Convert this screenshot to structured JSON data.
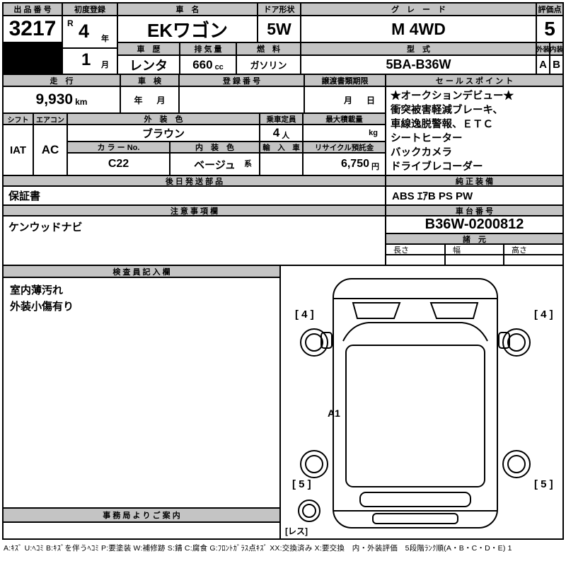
{
  "top": {
    "auction_no_label": "出 品 番 号",
    "auction_no": "3217",
    "first_reg_label": "初度登録",
    "era": "R",
    "reg_year": "4",
    "year_unit": "年",
    "reg_month": "1",
    "month_unit": "月",
    "car_name_label": "車　名",
    "car_name": "EKワゴン",
    "door_label": "ドア形状",
    "door_shape": "5W",
    "grade_label": "グ　レ　ー　ド",
    "grade": "M 4WD",
    "score_label": "評価点",
    "score": "5",
    "ext_label": "外装",
    "ext_grade": "A",
    "int_label": "内装",
    "int_grade": "B",
    "history_label": "車　歴",
    "history": "レンタ",
    "disp_label": "排 気 量",
    "displacement": "660",
    "disp_unit": "cc",
    "fuel_label": "燃　料",
    "fuel": "ガソリン",
    "model_label": "型　式",
    "model_code": "5BA-B36W"
  },
  "info": {
    "mileage_label": "走　行",
    "mileage": "9,930",
    "mileage_unit": "km",
    "inspection_label": "車　検",
    "inspection_year_unit": "年",
    "inspection_month_unit": "月",
    "reg_no_label": "登 録 番 号",
    "transfer_label": "譲渡書類期限",
    "transfer_month_unit": "月",
    "transfer_day_unit": "日",
    "sales_label": "セ ー ル ス ポ イ ン ト",
    "sales_points": [
      "★オークションデビュー★",
      "衝突被害軽減ブレーキ、",
      "車線逸脱警報、ＥＴＣ",
      "シートヒーター",
      "バックカメラ",
      "ドライブレコーダー"
    ]
  },
  "equip": {
    "shift_label": "シフト",
    "shift": "IAT",
    "aircon_label": "エアコン",
    "aircon": "AC",
    "ext_color_label": "外　装　色",
    "ext_color": "ブラウン",
    "capacity_label": "乗車定員",
    "capacity": "4",
    "capacity_unit": "人",
    "max_load_label": "最大積載量",
    "max_load_unit": "kg",
    "color_no_label": "カ ラ ー No.",
    "color_no": "C22",
    "int_color_label": "内　装　色",
    "int_color": "ベージュ",
    "int_color_suffix": "系",
    "import_label": "輸　入　車",
    "recycle_label": "リサイクル預託金",
    "recycle_fee": "6,750",
    "recycle_unit": "円"
  },
  "parts": {
    "later_parts_label": "後 日 発 送 部 品",
    "later_parts": "保証書",
    "equipment_label": "純 正 装 備",
    "equipment": "ABS ｴｱB PS PW"
  },
  "notes": {
    "notes_label": "注 意 事 項 欄",
    "notes_text": "ケンウッドナビ",
    "chassis_label": "車 台 番 号",
    "chassis_no": "B36W-0200812",
    "spec_label": "諸　元",
    "length_label": "長さ",
    "width_label": "幅",
    "height_label": "高さ"
  },
  "inspector": {
    "label": "検 査 員 記 入 欄",
    "remarks": [
      "室内薄汚れ",
      "外装小傷有り"
    ],
    "office_label": "事 務 局 よ り ご 案 内"
  },
  "diagram": {
    "corner_front_left": "[ 4 ]",
    "corner_front_right": "[ 4 ]",
    "corner_rear_left": "[ 5 ]",
    "corner_rear_right": "[ 5 ]",
    "panel_mark": "A1",
    "spare_mark": "[レス]"
  },
  "footer": {
    "legend": "A:ｷｽﾞ U:ﾍｺﾐ B:ｷｽﾞを伴うﾍｺﾐ P:要塗装 W:補修跡 S:錆 C:腐食 G:ﾌﾛﾝﾄｶﾞﾗｽ点ｷｽﾞ XX:交換済み X:要交換　内・外装評価　5段階ﾗﾝｸ順(A・B・C・D・E) 1"
  }
}
